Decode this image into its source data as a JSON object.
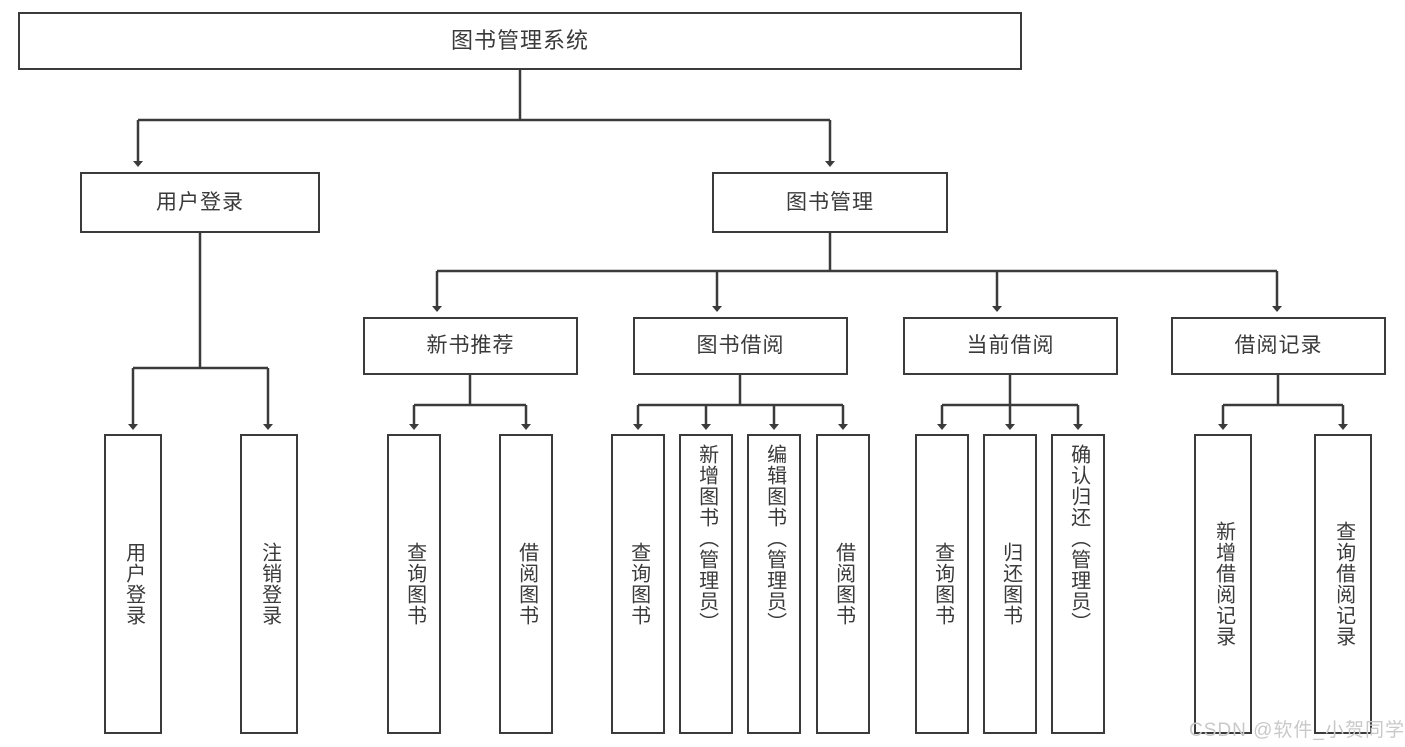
{
  "diagram": {
    "type": "tree",
    "title": "图书管理系统",
    "root": {
      "label": "图书管理系统"
    },
    "level1": [
      {
        "label": "用户登录"
      },
      {
        "label": "图书管理"
      }
    ],
    "level2": [
      {
        "label": "新书推荐"
      },
      {
        "label": "图书借阅"
      },
      {
        "label": "当前借阅"
      },
      {
        "label": "借阅记录"
      }
    ],
    "leaves": {
      "user_login": [
        {
          "label": "用户登录"
        },
        {
          "label": "注销登录"
        }
      ],
      "new_book_recommend": [
        {
          "label": "查询图书"
        },
        {
          "label": "借阅图书"
        }
      ],
      "book_borrow": [
        {
          "label": "查询图书"
        },
        {
          "label": "新增图书（管理员）"
        },
        {
          "label": "编辑图书（管理员）"
        },
        {
          "label": "借阅图书"
        }
      ],
      "current_borrow": [
        {
          "label": "查询图书"
        },
        {
          "label": "归还图书"
        },
        {
          "label": "确认归还（管理员）"
        }
      ],
      "borrow_record": [
        {
          "label": "新增借阅记录"
        },
        {
          "label": "查询借阅记录"
        }
      ]
    }
  },
  "watermark": {
    "text": "CSDN @软件_小贺同学"
  },
  "colors": {
    "stroke": "#3b3b3b",
    "text": "#3a3a3a",
    "background": "#ffffff",
    "watermark": "#c9c9c9"
  }
}
